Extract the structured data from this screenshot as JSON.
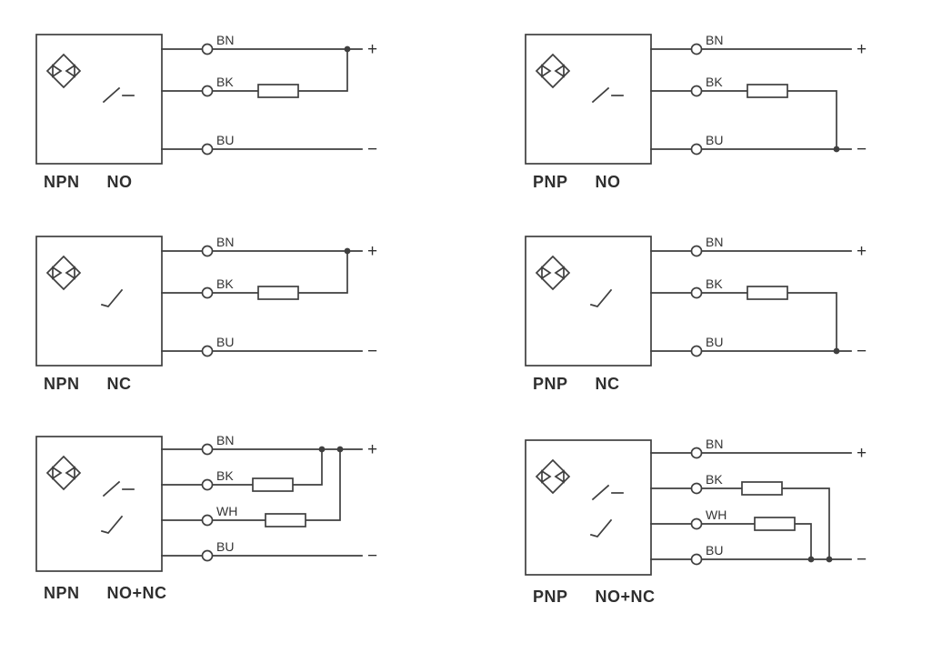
{
  "symbols": {
    "plus": "+",
    "minus": "−"
  },
  "diagrams": [
    {
      "type": "NPN",
      "contact": "NO",
      "wires": [
        "BN",
        "BK",
        "BU"
      ]
    },
    {
      "type": "PNP",
      "contact": "NO",
      "wires": [
        "BN",
        "BK",
        "BU"
      ]
    },
    {
      "type": "NPN",
      "contact": "NC",
      "wires": [
        "BN",
        "BK",
        "BU"
      ]
    },
    {
      "type": "PNP",
      "contact": "NC",
      "wires": [
        "BN",
        "BK",
        "BU"
      ]
    },
    {
      "type": "NPN",
      "contact": "NO+NC",
      "wires": [
        "BN",
        "BK",
        "WH",
        "BU"
      ]
    },
    {
      "type": "PNP",
      "contact": "NO+NC",
      "wires": [
        "BN",
        "BK",
        "WH",
        "BU"
      ]
    }
  ]
}
